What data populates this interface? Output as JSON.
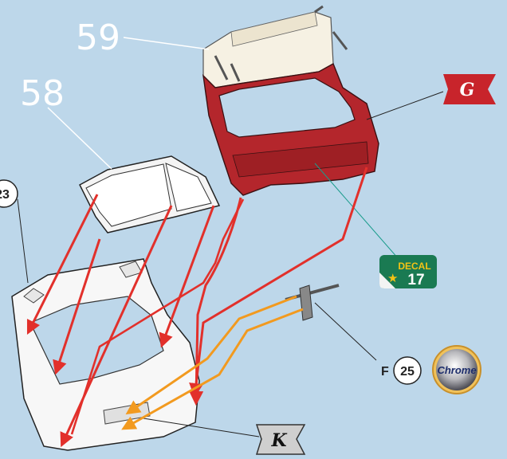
{
  "parts": {
    "tailgate_upper": "59",
    "rear_glass": "58",
    "inner_panel": "23"
  },
  "callouts": {
    "paint_code_top": "G",
    "paint_code_bottom": "K",
    "decal_label": "DECAL",
    "decal_number": "17",
    "paint_letter": "F",
    "paint_number": "25",
    "paint_finish": "Chrome"
  },
  "colors": {
    "background": "#bdd7ea",
    "tailgate_red": "#b4262c",
    "arrow_red": "#e2302b",
    "arrow_orange": "#f29a1f",
    "decal_green": "#1a7a52",
    "flag_red": "#c8242b"
  }
}
